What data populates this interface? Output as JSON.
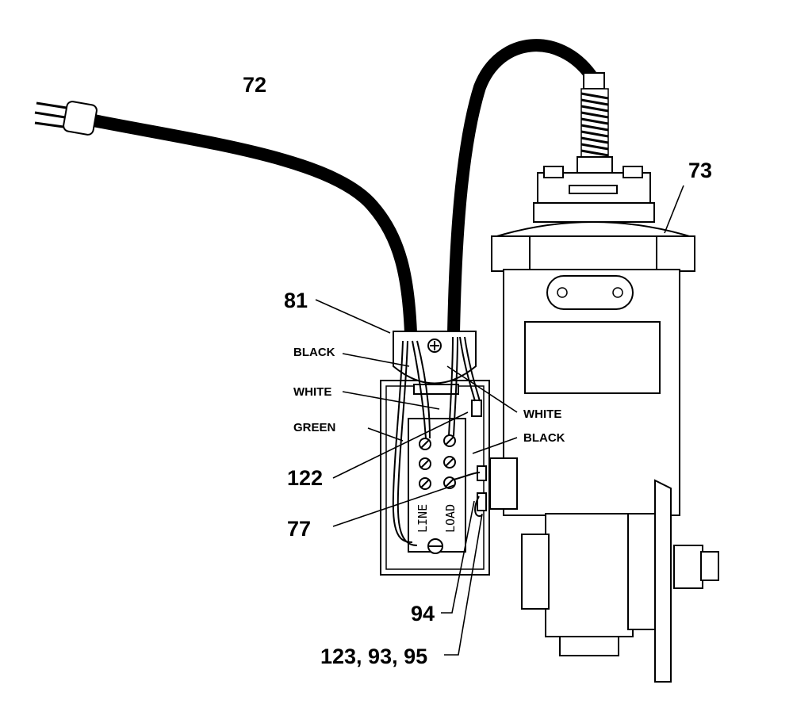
{
  "callouts": {
    "c72": "72",
    "c73": "73",
    "c81": "81",
    "c122": "122",
    "c77": "77",
    "c94": "94",
    "c123": "123, 93, 95"
  },
  "wires": {
    "black_left": "BLACK",
    "white_left": "WHITE",
    "green_left": "GREEN",
    "white_right": "WHITE",
    "black_right": "BLACK"
  },
  "terminals": {
    "line": "LINE",
    "load": "LOAD"
  }
}
